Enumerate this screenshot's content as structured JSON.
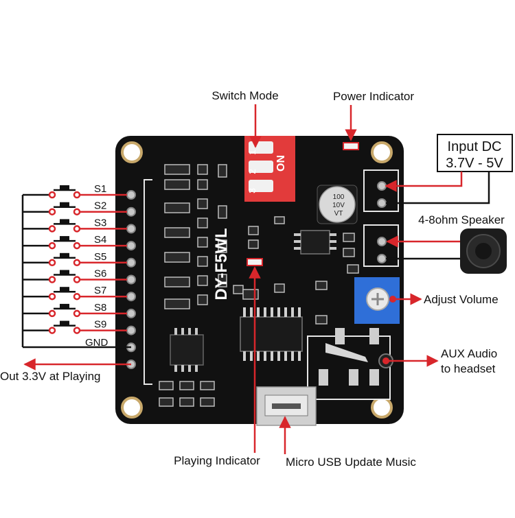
{
  "colors": {
    "board": "#111111",
    "arrow": "#d8262b",
    "dip_switch": "#e23b3b",
    "potentiometer": "#2f6fd8",
    "wire": "#111111",
    "pin": "#c8c8c8"
  },
  "labels": {
    "switch_mode": "Switch Mode",
    "power_indicator": "Power Indicator",
    "input_dc_line1": "Input DC",
    "input_dc_line2": "3.7V - 5V",
    "speaker": "4-8ohm Speaker",
    "adjust_volume": "Adjust Volume",
    "aux_line1": "AUX Audio",
    "aux_line2": "to headset",
    "playing_indicator": "Playing Indicator",
    "micro_usb": "Micro USB Update Music",
    "out_33v": "Out 3.3V at Playing",
    "gnd": "GND"
  },
  "switches": [
    {
      "label": "S1"
    },
    {
      "label": "S2"
    },
    {
      "label": "S3"
    },
    {
      "label": "S4"
    },
    {
      "label": "S5"
    },
    {
      "label": "S6"
    },
    {
      "label": "S7"
    },
    {
      "label": "S8"
    },
    {
      "label": "S9"
    }
  ],
  "board": {
    "model": "DY-F5WL",
    "dip_on": "ON",
    "dip_numbers": [
      "1",
      "2",
      "3"
    ],
    "capacitor_line1": "100",
    "capacitor_line2": "10V",
    "capacitor_line3": "VT"
  }
}
